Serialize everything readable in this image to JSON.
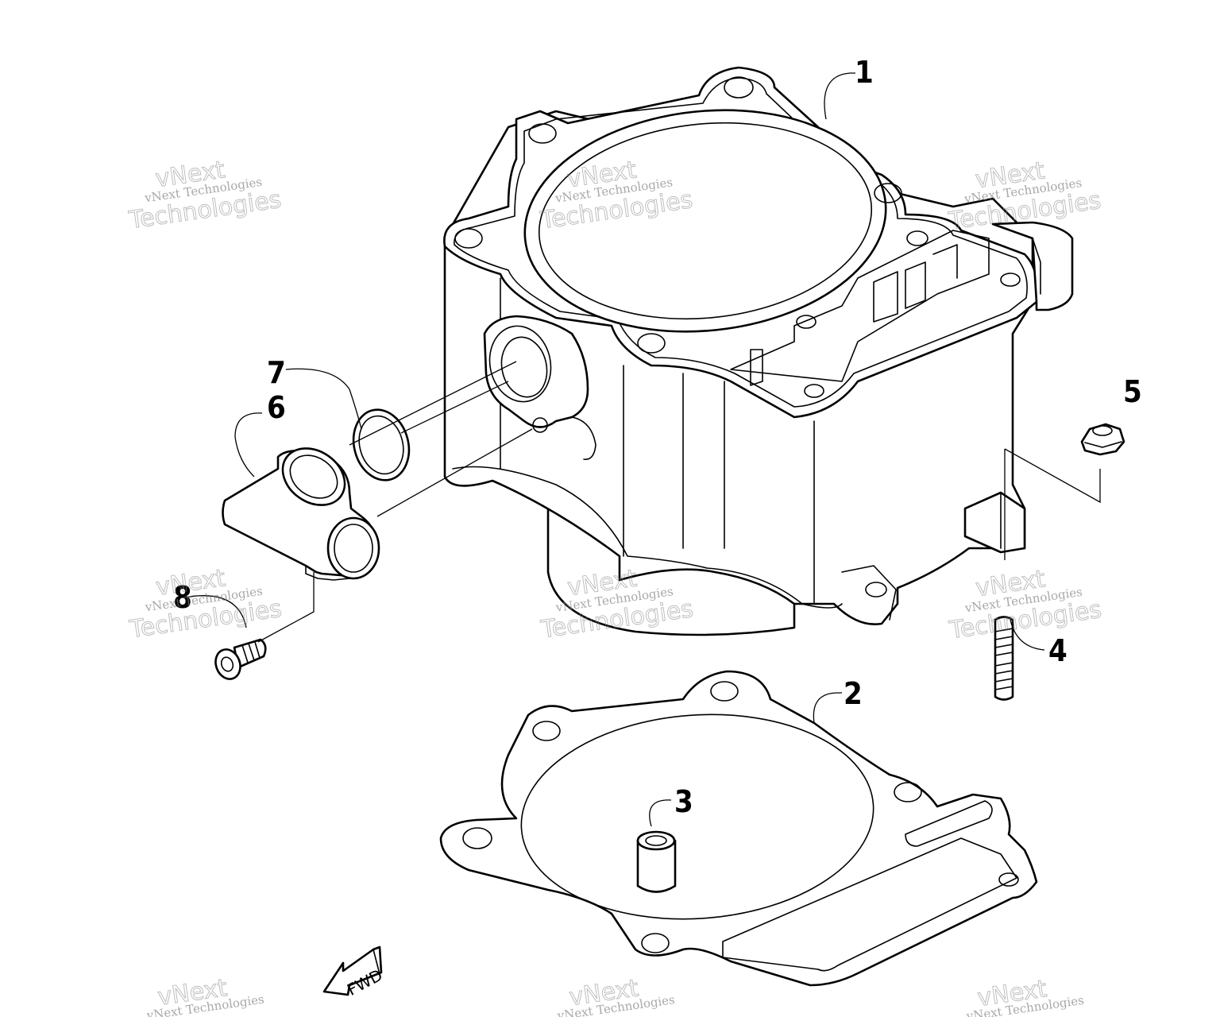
{
  "callouts": [
    {
      "id": "1",
      "label": "1"
    },
    {
      "id": "2",
      "label": "2"
    },
    {
      "id": "3",
      "label": "3"
    },
    {
      "id": "4",
      "label": "4"
    },
    {
      "id": "5",
      "label": "5"
    },
    {
      "id": "6",
      "label": "6"
    },
    {
      "id": "7",
      "label": "7"
    },
    {
      "id": "8",
      "label": "8"
    }
  ],
  "direction_marker": {
    "text": "FWD"
  },
  "watermark": {
    "line_small": "vNext Technologies",
    "line_big_1": "vNext",
    "line_big_2": "Technologies",
    "color": "#8a8a8a"
  },
  "colors": {
    "line": "#000000",
    "background": "#ffffff"
  }
}
